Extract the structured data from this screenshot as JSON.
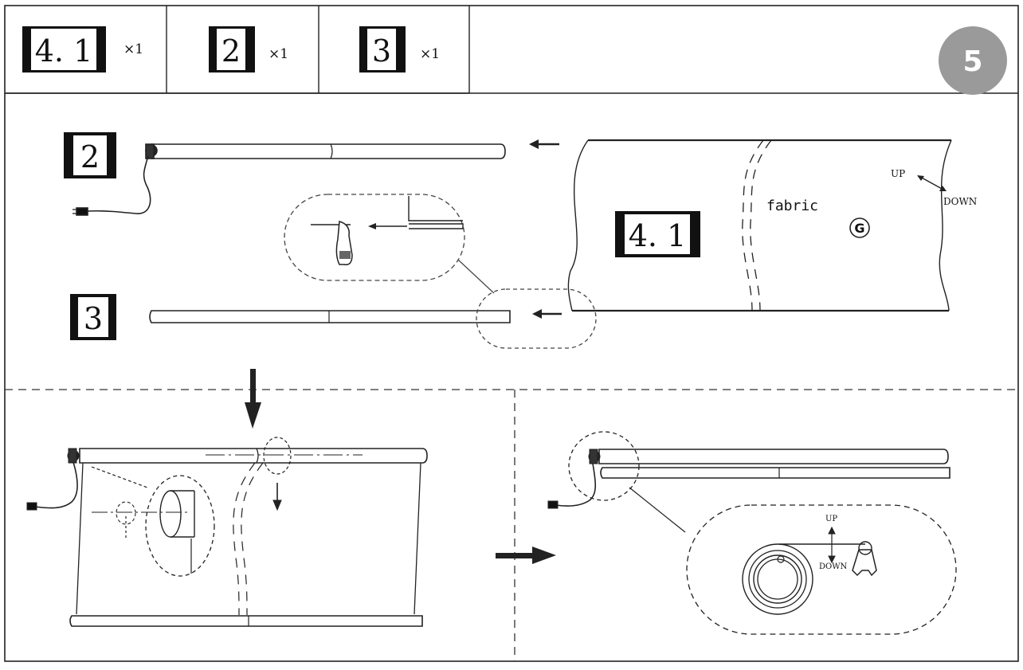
{
  "parts_table": [
    {
      "part": "4. 1",
      "qty": "×1"
    },
    {
      "part": "2",
      "qty": "×1"
    },
    {
      "part": "3",
      "qty": "×1"
    }
  ],
  "step_number": "5",
  "labels": {
    "part_tube_roller": "2",
    "part_bottom_bar": "3",
    "part_fabric": "4. 1",
    "fabric": "fabric",
    "fabric_mark": "G",
    "up": "UP",
    "down": "DOWN",
    "detail_up": "UP",
    "detail_down": "DOWN"
  },
  "colors": {
    "line": "#222222",
    "badge": "#9a9a9a",
    "badge_text": "#ffffff",
    "label_box": "#111111"
  }
}
